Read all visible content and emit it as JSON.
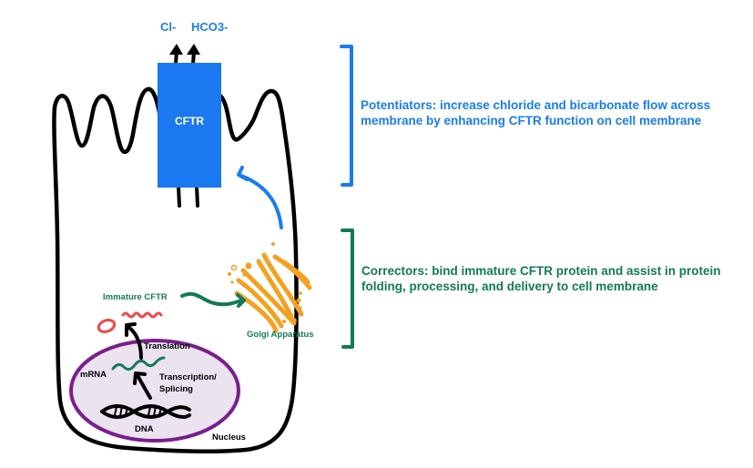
{
  "colors": {
    "cftr_blue": "#1a78f0",
    "potentiator_blue": "#1a7cf2",
    "corrector_green": "#137a55",
    "golgi_orange": "#f5a020",
    "nucleus_purple": "#7a1e8e",
    "nucleus_fill": "#ece3f0",
    "ribosome_red": "#f04848",
    "membrane_black": "#000000"
  },
  "ions": {
    "chloride": "Cl-",
    "bicarbonate": "HCO3-"
  },
  "cftr": {
    "label": "CFTR"
  },
  "potentiators": {
    "text": "Potentiators: increase chloride and bicarbonate flow across membrane by enhancing CFTR function on cell membrane"
  },
  "correctors": {
    "text": "Correctors: bind immature CFTR protein and assist in protein folding, processing, and delivery to cell membrane"
  },
  "labels": {
    "immature_cftr": "Immature CFTR",
    "golgi": "Golgi Apparatus",
    "translation": "Translation",
    "mrna": "mRNA",
    "transcription_line1": "Transcription/",
    "transcription_line2": "Splicing",
    "dna": "DNA",
    "nucleus": "Nucleus"
  },
  "icons": {
    "cell": "cell-membrane-outline",
    "channel": "cftr-channel",
    "golgi": "golgi-apparatus",
    "nucleus": "nucleus-ellipse",
    "dna": "dna-double-helix",
    "ribosome": "ribosome-ring"
  }
}
